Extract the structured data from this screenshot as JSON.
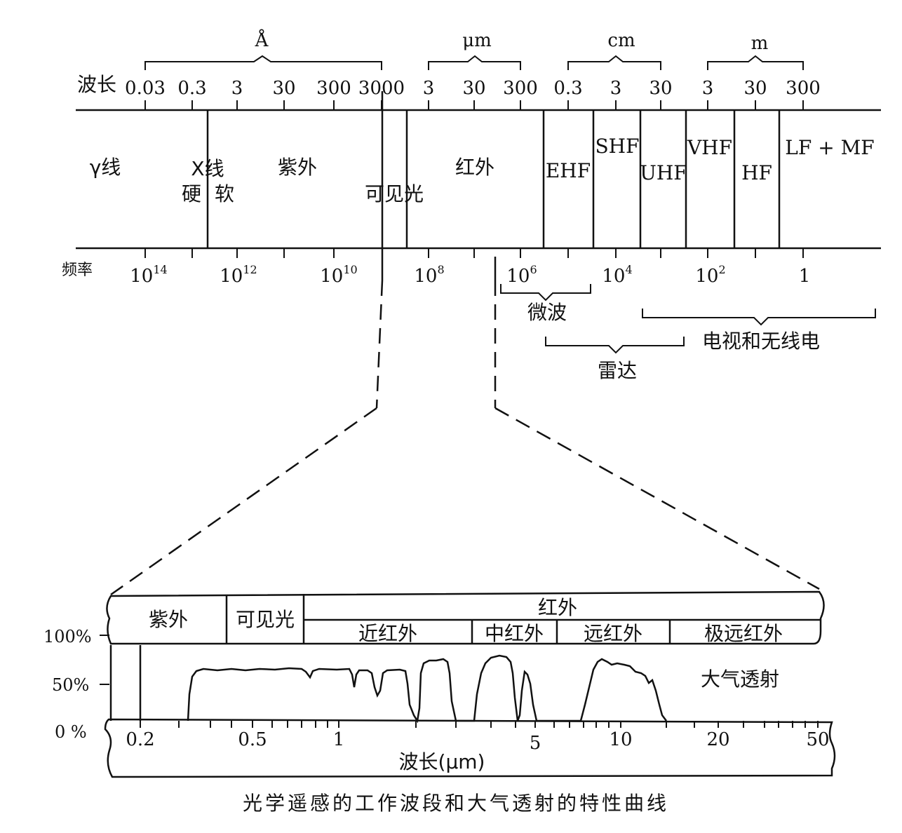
{
  "top_scale": {
    "wavelength_label": "波长",
    "frequency_label": "频率",
    "unit_groups": [
      {
        "unit": "Å"
      },
      {
        "unit": "μm"
      },
      {
        "unit": "cm"
      },
      {
        "unit": "m"
      }
    ],
    "wavelength_ticks": [
      "0.03",
      "0.3",
      "3",
      "30",
      "300",
      "3000",
      "3",
      "30",
      "300",
      "0.3",
      "3",
      "30",
      "3",
      "30",
      "300"
    ],
    "frequency_ticks": [
      {
        "base": "10",
        "exp": "14"
      },
      {
        "base": "10",
        "exp": "12"
      },
      {
        "base": "10",
        "exp": "10"
      },
      {
        "base": "10",
        "exp": "8"
      },
      {
        "base": "10",
        "exp": "6"
      },
      {
        "base": "10",
        "exp": "4"
      },
      {
        "base": "10",
        "exp": "2"
      },
      {
        "base": "1",
        "exp": ""
      }
    ],
    "bands": {
      "gamma": "γ线",
      "xray": "X线",
      "xray_hard": "硬",
      "xray_soft": "软",
      "uv": "紫外",
      "visible": "可见光",
      "ir": "红外",
      "ehf": "EHF",
      "shf": "SHF",
      "uhf": "UHF",
      "vhf": "VHF",
      "hf": "HF",
      "lfmf": "LF + MF"
    },
    "brackets": {
      "microwave": "微波",
      "radar": "雷达",
      "tv_radio": "电视和无线电"
    }
  },
  "bottom_chart": {
    "header": {
      "uv": "紫外",
      "visible": "可见光",
      "ir": "红外",
      "near_ir": "近红外",
      "mid_ir": "中红外",
      "far_ir": "远红外",
      "extreme_far_ir": "极远红外"
    },
    "y_ticks": [
      "100%",
      "50%",
      "0 %"
    ],
    "x_ticks": [
      "0.2",
      "0.5",
      "1",
      "5",
      "10",
      "20",
      "50"
    ],
    "x_label": "波长(μm)",
    "curve_label": "大气透射"
  },
  "caption": "光学遥感的工作波段和大气透射的特性曲线"
}
